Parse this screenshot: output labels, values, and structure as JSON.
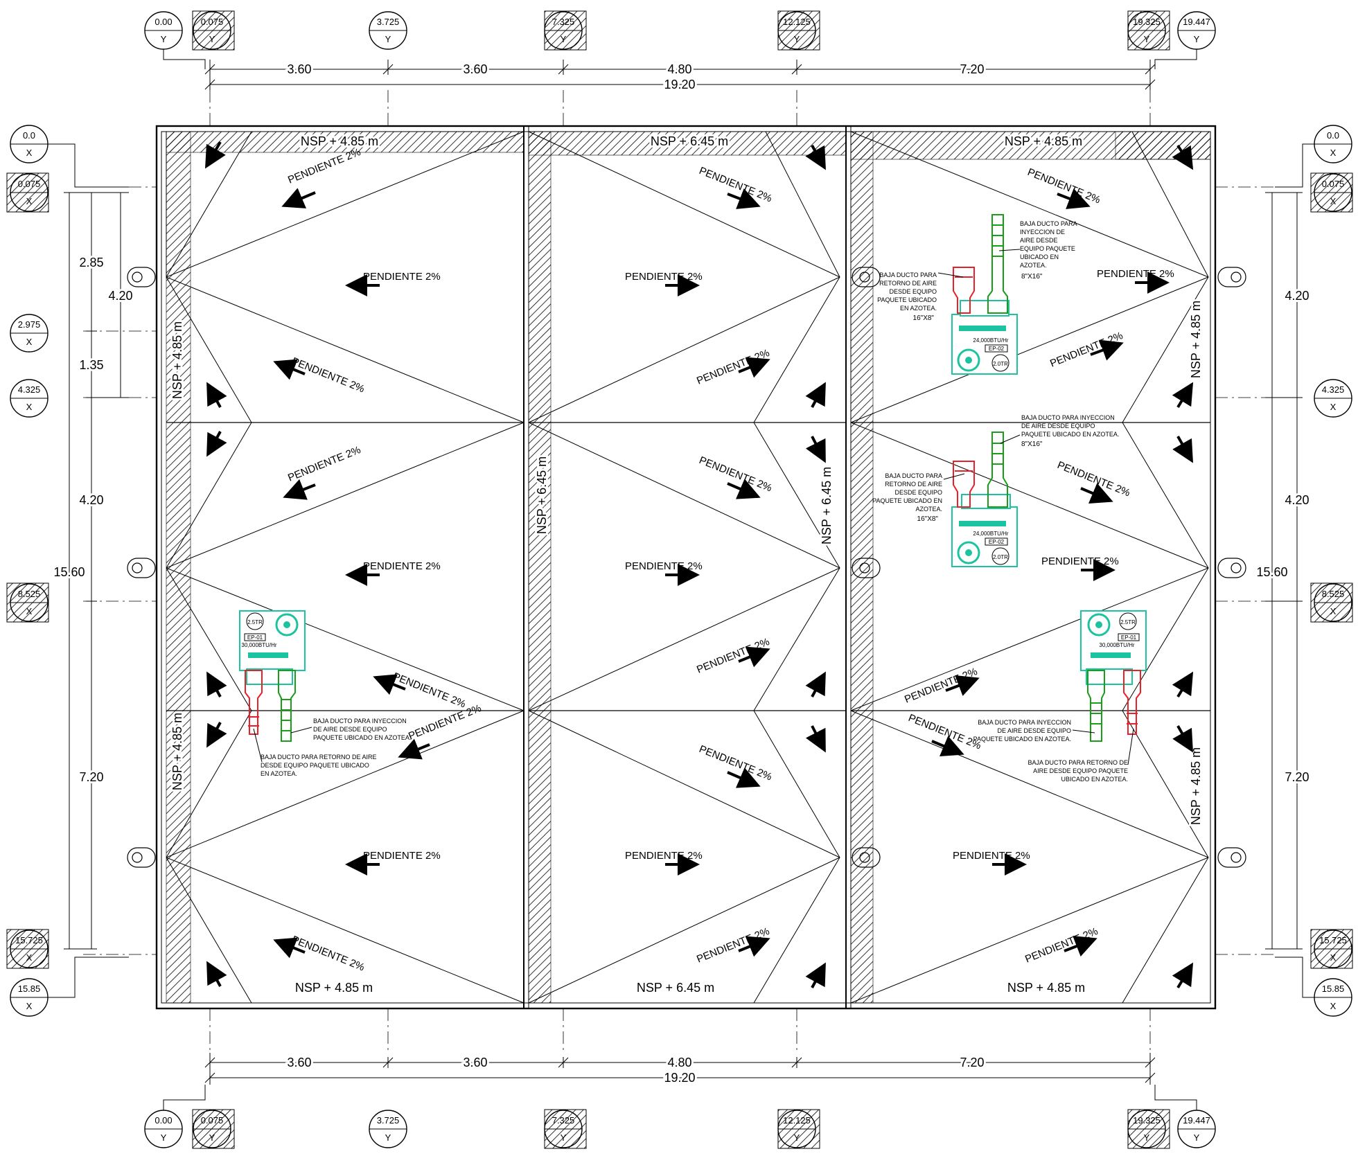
{
  "colors": {
    "line": "#000000",
    "equipment": "#1cc3a0",
    "supply_duct": "#1a9e1a",
    "return_duct": "#e8202a"
  },
  "grid_y": {
    "top_labels": [
      {
        "id": "y000",
        "value": "0.00",
        "letter": "Y"
      },
      {
        "id": "y0075",
        "value": "0.075",
        "letter": "Y"
      },
      {
        "id": "y3725",
        "value": "3.725",
        "letter": "Y"
      },
      {
        "id": "y7325",
        "value": "7.325",
        "letter": "Y"
      },
      {
        "id": "y12125",
        "value": "12.125",
        "letter": "Y"
      },
      {
        "id": "y19325",
        "value": "19.325",
        "letter": "Y"
      },
      {
        "id": "y19447",
        "value": "19.447",
        "letter": "Y"
      }
    ],
    "spans": [
      "3.60",
      "3.60",
      "4.80",
      "7.20"
    ],
    "total": "19.20"
  },
  "grid_x": {
    "left_labels": [
      {
        "id": "x00",
        "value": "0.0",
        "letter": "X"
      },
      {
        "id": "x0075",
        "value": "0.075",
        "letter": "X"
      },
      {
        "id": "x2975",
        "value": "2.975",
        "letter": "X"
      },
      {
        "id": "x4325",
        "value": "4.325",
        "letter": "X"
      },
      {
        "id": "x8525",
        "value": "8.525",
        "letter": "X"
      },
      {
        "id": "x15725",
        "value": "15.725",
        "letter": "X"
      },
      {
        "id": "x1585",
        "value": "15.85",
        "letter": "X"
      }
    ],
    "right_labels": [
      {
        "id": "x00",
        "value": "0.0",
        "letter": "X"
      },
      {
        "id": "x0075",
        "value": "0.075",
        "letter": "X"
      },
      {
        "id": "x4325",
        "value": "4.325",
        "letter": "X"
      },
      {
        "id": "x8525",
        "value": "8.525",
        "letter": "X"
      },
      {
        "id": "x15725",
        "value": "15.725",
        "letter": "X"
      },
      {
        "id": "x1585",
        "value": "15.85",
        "letter": "X"
      }
    ],
    "left_inner_spans": [
      "2.85",
      "1.35",
      "4.20",
      "7.20"
    ],
    "left_mid_span": "4.20",
    "right_spans": [
      "4.20",
      "4.20",
      "7.20"
    ],
    "total": "15.60"
  },
  "levels": {
    "left_top": "NSP + 4.85 m",
    "mid_top": "NSP + 6.45 m",
    "right_top": "NSP + 4.85 m",
    "left_bottom": "NSP + 4.85 m",
    "mid_bottom": "NSP + 6.45 m",
    "right_bottom": "NSP + 4.85 m",
    "left_vert_a": "NSP + 4.85 m",
    "left_vert_b": "NSP + 4.85 m",
    "mid_vert_a": "NSP + 6.45 m",
    "mid_vert_b": "NSP + 6.45 m",
    "right_vert_a": "NSP + 4.85 m",
    "right_vert_b": "NSP + 4.85 m"
  },
  "slope_label": "PENDIENTE 2%",
  "equipment": [
    {
      "id": "ep01",
      "tag": "EP-01",
      "btu": "30,000BTU/Hr",
      "tons": "2.5TR"
    },
    {
      "id": "ep02a",
      "tag": "EP-02",
      "btu": "24,000BTU/Hr",
      "tons": "2.0TR"
    },
    {
      "id": "ep02b",
      "tag": "EP-02",
      "btu": "24,000BTU/Hr",
      "tons": "2.0TR"
    },
    {
      "id": "ep01b",
      "tag": "EP-01",
      "btu": "30,000BTU/Hr",
      "tons": "2.5TR"
    }
  ],
  "notes": {
    "n1_supply": [
      "BAJA DUCTO PARA",
      "INYECCION DE",
      "AIRE DESDE",
      "EQUIPO PAQUETE",
      "UBICADO EN",
      "AZOTEA."
    ],
    "n1_supply_size": "8\"X16\"",
    "n1_return": [
      "BAJA DUCTO PARA",
      "RETORNO DE AIRE",
      "DESDE EQUIPO",
      "PAQUETE UBICADO",
      "EN AZOTEA."
    ],
    "n1_return_size": "16\"X8\"",
    "n2_supply": [
      "BAJA DUCTO PARA INYECCION",
      "DE AIRE DESDE EQUIPO",
      "PAQUETE UBICADO EN AZOTEA."
    ],
    "n2_supply_size": "8\"X16\"",
    "n2_return": [
      "BAJA DUCTO PARA",
      "RETORNO DE AIRE",
      "DESDE EQUIPO",
      "PAQUETE UBICADO EN",
      "AZOTEA."
    ],
    "n2_return_size": "16\"X8\"",
    "n3_supply": [
      "BAJA DUCTO PARA INYECCION",
      "DE AIRE DESDE EQUIPO",
      "PAQUETE UBICADO EN AZOTEA."
    ],
    "n3_return": [
      "BAJA DUCTO PARA RETORNO DE AIRE",
      "DESDE EQUIPO PAQUETE UBICADO",
      "EN AZOTEA."
    ],
    "n4_supply": [
      "BAJA DUCTO PARA INYECCION",
      "DE AIRE DESDE EQUIPO",
      "PAQUETE UBICADO EN AZOTEA."
    ],
    "n4_return": [
      "BAJA DUCTO PARA RETORNO DE",
      "AIRE DESDE EQUIPO PAQUETE",
      "UBICADO EN AZOTEA."
    ]
  }
}
